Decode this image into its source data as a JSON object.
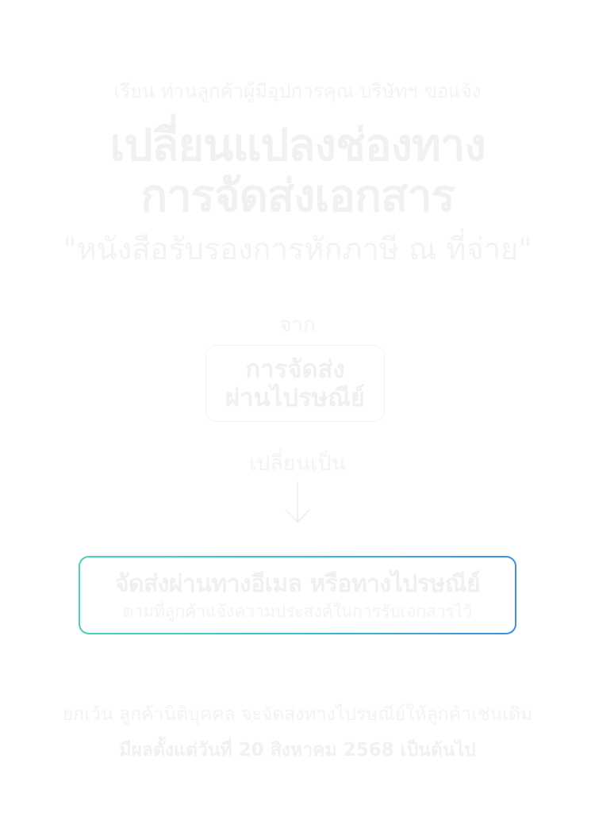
{
  "notice": {
    "greeting": "เรียน ท่านลูกค้าผู้มีอุปการคุณ บริษัทฯ ขอแจ้ง",
    "title_line1": "เปลี่ยนแปลงช่องทาง",
    "title_line2": "การจัดส่งเอกสาร",
    "subtitle": "\"หนังสือรับรองการหักภาษี ณ ที่จ่าย\""
  },
  "from": {
    "label": "จาก",
    "box_line1": "การจัดส่ง",
    "box_line2": "ผ่านไปรษณีย์"
  },
  "change": {
    "label": "เปลี่ยนเป็น",
    "arrow_icon": "arrow-down-icon"
  },
  "to": {
    "title": "จัดส่งผ่านทางอีเมล หรือทางไปรษณีย์",
    "description": "ตามที่ลูกค้าแจ้งความประสงค์ในการรับเอกสารไว้",
    "border_gradient": [
      "#45d4b2",
      "#3b8fe6"
    ]
  },
  "footer": {
    "exception": "ยกเว้น ลูกค้านิติบุคคล จะจัดส่งทางไปรษณีย์ให้ลูกค้าเช่นเดิม",
    "effective": "มีผลตั้งแต่วันที่ 20 สิงหาคม 2568 เป็นต้นไป"
  },
  "colors": {
    "background": "#ffffff",
    "text_faint": "#f1f2f4"
  }
}
